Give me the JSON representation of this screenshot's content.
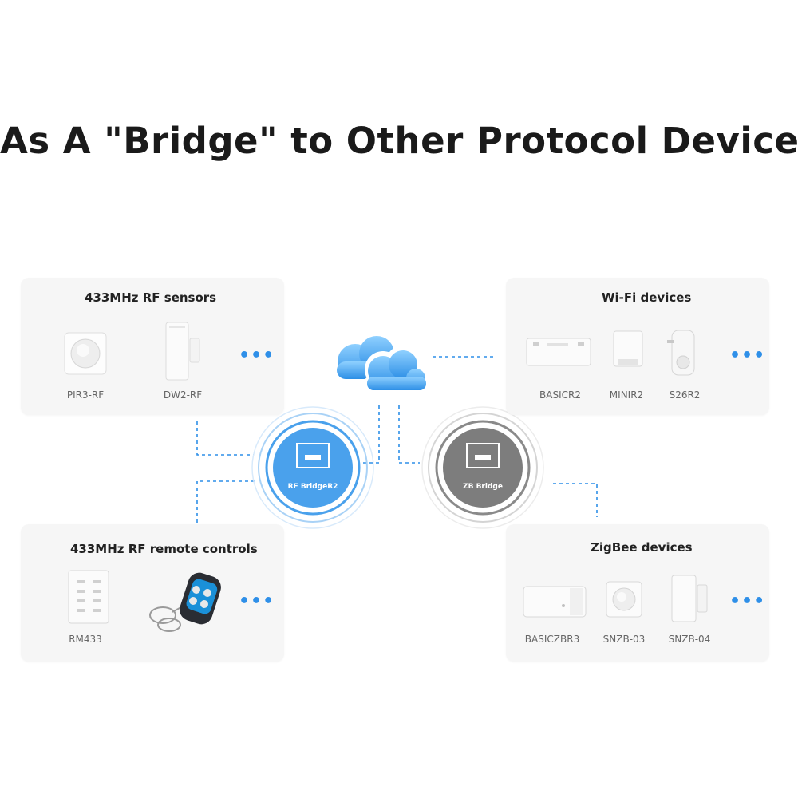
{
  "title": "As A \"Bridge\" to Other Protocol Devices",
  "colors": {
    "accent": "#2e8fe8",
    "rf_hub": "#4aa1ec",
    "zb_hub": "#7d7d7d",
    "card": "#f6f6f6"
  },
  "cards": {
    "rf_sensors": {
      "title": "433MHz RF sensors",
      "devices": [
        "PIR3-RF",
        "DW2-RF"
      ]
    },
    "wifi": {
      "title": "Wi-Fi devices",
      "devices": [
        "BASICR2",
        "MINIR2",
        "S26R2"
      ]
    },
    "rf_remotes": {
      "title": "433MHz RF remote controls",
      "devices": [
        "RM433"
      ]
    },
    "zigbee": {
      "title": "ZigBee devices",
      "devices": [
        "BASICZBR3",
        "SNZB-03",
        "SNZB-04"
      ]
    }
  },
  "hubs": {
    "rf": {
      "label": "RF BridgeR2"
    },
    "zb": {
      "label": "ZB Bridge"
    }
  },
  "icons": {
    "cloud": "cloud-icon",
    "more": "more-dots-icon"
  }
}
